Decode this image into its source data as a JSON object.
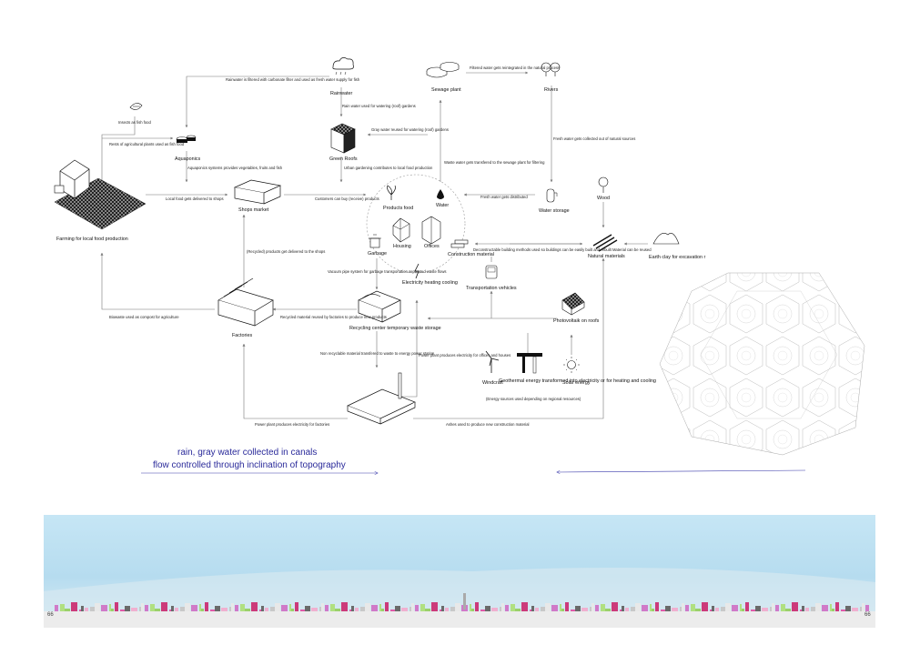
{
  "nodes": {
    "farming": "Farming for local food production",
    "aquaponics": "Aquaponics",
    "shops": "Shops market",
    "rainwater": "Rainwater",
    "green_roofs": "Green Roofs",
    "sewage": "Sewage plant",
    "rivers": "Rivers",
    "water_storage": "Water storage",
    "wood": "Wood",
    "natural_materials": "Natural materials",
    "earth_clay": "Earth clay for excavation r",
    "products": "Products food",
    "water": "Water",
    "housing": "Housing",
    "offices": "Offices",
    "garbage": "Garbage",
    "construction": "Construction material",
    "electricity": "Electricity heating cooling",
    "transport": "Transportation vehicles",
    "pv": "Photovoltaik on roofs",
    "factories": "Factories",
    "recycling": "Recycling center temporary waste storage",
    "windcraft": "Windcraft",
    "geothermal": "Geothermal energy transformed into electricity or for heating and cooling",
    "solar": "Solar energy"
  },
  "notes": {
    "insects": "Insects as fish food",
    "rests": "Rests of agricultural plants used as fish food",
    "rain_filter": "Rainwater is filtered with carbonate filter and used as fresh water supply for fish",
    "rain_roofs": "Rain water used for watering (roof) gardens",
    "filtered": "Filtered water gets reintegrated in the natural process",
    "gray": "Gray water reused for watering (roof) gardens",
    "aqua_systems": "Aquaponics systems provides vegetables, fruits and fish",
    "urban_garden": "Urban gardening contributes to local food production",
    "waste_water": "Waste water gets transfered to the sewage plant for filtering",
    "fresh_collected": "Fresh water gets collected out of natural sources",
    "local_food": "Local food gets delivered to shops",
    "customers": "Customers can buy (receive) products",
    "fresh_distributed": "Fresh water gets distributed",
    "recycled_products": "(Recycled) products get delivered to the shops",
    "deconstructable": "Deconstructable building methods used so buildings can be easily built and rebuilt Material can be reused",
    "vacuum": "Vacuum pipe system for garbage transportation separated waste flows",
    "biowaste": "Biowaste used as compost for agriculture",
    "recycled_material": "Recycled material reused by factories to produce new products",
    "non_recyclable": "Non recyclable material transfered to waste to energy power station",
    "power_offices": "Power plant produces electricity for offices and houses",
    "energy_sources": "(Energy sources used depending on regional resources)",
    "power_factories": "Power plant produces electricity for factories",
    "ashes": "Ashes used to produce new construction material"
  },
  "caption": {
    "line1": "rain, gray water collected in canals",
    "line2": "flow controlled through inclination of topography"
  },
  "page_numbers": {
    "left": "66",
    "right": "66"
  },
  "colors": {
    "caption_blue": "#2a2a9a",
    "sky": "#bfe3f3",
    "line": "#777777"
  }
}
